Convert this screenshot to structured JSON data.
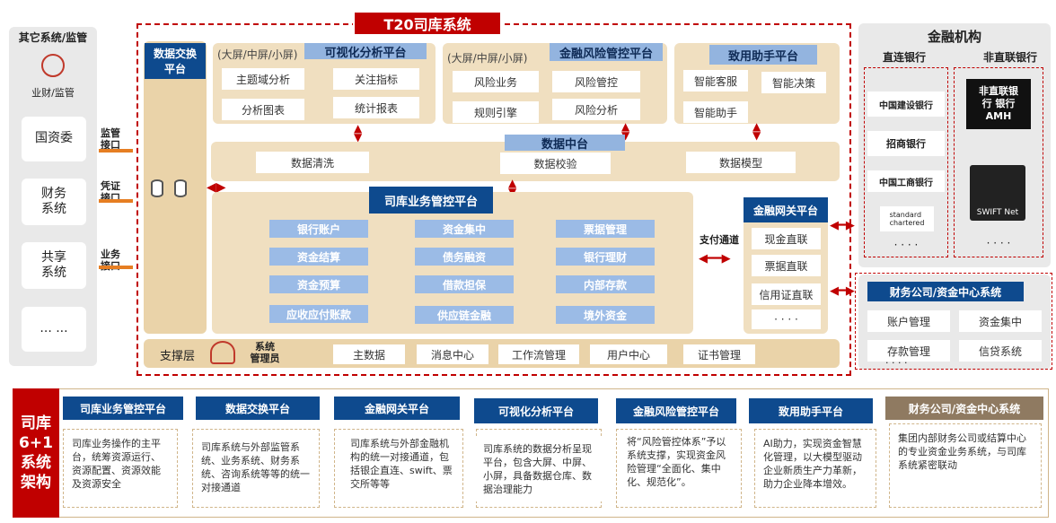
{
  "left": {
    "title": "其它系统/监管",
    "icon_label": "业财/监管",
    "items": [
      "国资委",
      "财务\n系统",
      "共享\n系统",
      "... ..."
    ],
    "interfaces": [
      "监管\n接口",
      "凭证\n接口",
      "业务\n接口"
    ]
  },
  "main_title": "T20司库系统",
  "exchange": {
    "title": "数据交换\n平台"
  },
  "visual": {
    "title": "可视化分析平台",
    "prefix": "(大屏/中屏/小屏)",
    "cells": [
      "主题域分析",
      "关注指标",
      "分析图表",
      "统计报表"
    ]
  },
  "risk": {
    "title": "金融风险管控平台",
    "prefix": "(大屏/中屏/小屏)",
    "cells": [
      "风险业务",
      "风险管控",
      "规则引擎",
      "风险分析"
    ]
  },
  "assist": {
    "title": "致用助手平台",
    "cells": [
      "智能客服",
      "智能决策",
      "智能助手"
    ]
  },
  "data_center": {
    "title": "数据中台",
    "cells": [
      "数据清洗",
      "数据校验",
      "数据模型"
    ]
  },
  "treasury": {
    "title": "司库业务管控平台",
    "cells": [
      "银行账户",
      "资金集中",
      "票据管理",
      "资金结算",
      "债务融资",
      "银行理财",
      "资金预算",
      "借款担保",
      "内部存款",
      "应收应付账款",
      "供应链金融",
      "境外资金"
    ]
  },
  "pay_channel": "支付通道",
  "gateway": {
    "title": "金融网关平台",
    "cells": [
      "现金直联",
      "票据直联",
      "信用证直联",
      "· · · ·"
    ]
  },
  "support": {
    "label": "支撑层",
    "admin": "系统\n管理员",
    "cells": [
      "主数据",
      "消息中心",
      "工作流管理",
      "用户中心",
      "证书管理"
    ]
  },
  "finance_inst": {
    "title": "金融机构",
    "direct": "直连银行",
    "indirect": "非直联银行",
    "banks": [
      "中国建设银行",
      "招商银行",
      "中国工商银行",
      "standard\nchartered",
      "· · · ·"
    ],
    "indirect_box": "非直联银\n行  银行\nAMH",
    "swift": "SWIFT Net",
    "more": "· · · ·"
  },
  "finance_company": {
    "title": "财务公司/资金中心系统",
    "cells": [
      "账户管理",
      "资金集中",
      "存款管理",
      "信贷系统"
    ],
    "more": "· · · ·"
  },
  "bottom": {
    "side_title": "司库\n6+1\n系统\n架构",
    "cards": [
      {
        "title": "司库业务管控平台",
        "desc": "司库业务操作的主平台，统筹资源运行、资源配置、资源效能及资源安全"
      },
      {
        "title": "数据交换平台",
        "desc": "司库系统与外部监管系统、业务系统、财务系统、咨询系统等等的统一对接通道"
      },
      {
        "title": "金融网关平台",
        "desc": "司库系统与外部金融机构的统一对接通道，包括银企直连、swift、票交所等等"
      },
      {
        "title": "可视化分析平台",
        "desc": "司库系统的数据分析呈现平台，包含大屏、中屏、小屏，具备数据仓库、数据治理能力"
      },
      {
        "title": "金融风险管控平台",
        "desc": "将“风险管控体系”予以系统支撑，实现资金风险管理“全面化、集中化、规范化”。"
      },
      {
        "title": "致用助手平台",
        "desc": "AI助力，实现资金智慧化管理，以大模型驱动企业新质生产力革新，助力企业降本增效。"
      },
      {
        "title": "财务公司/资金中心系统",
        "desc": "集团内部财务公司或结算中心的专业资金业务系统，与司库系统紧密联动"
      }
    ]
  }
}
